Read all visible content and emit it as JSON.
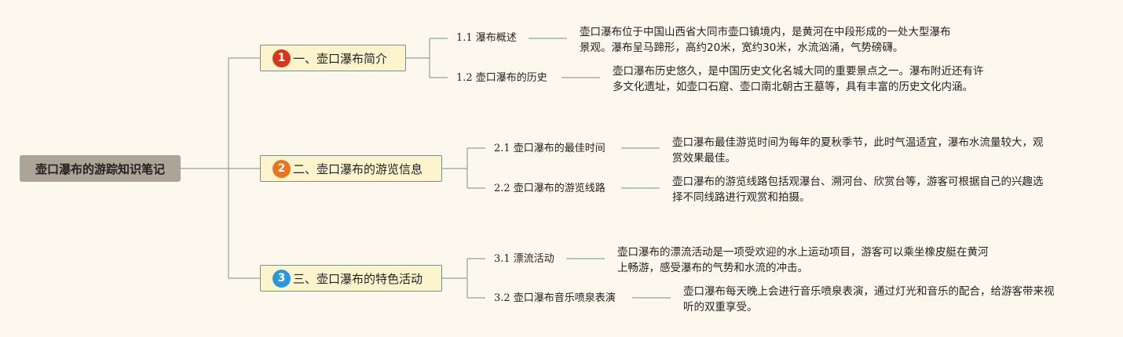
{
  "root": {
    "label": "壶口瀑布的游踪知识笔记"
  },
  "colors": {
    "connector": "#8aa69f",
    "root_bg": "#aca497",
    "branch_bg": "#fcf4cd"
  },
  "branches": [
    {
      "number": "1",
      "badge_color": "#d8361d",
      "label": "一、壶口瀑布简介",
      "children": [
        {
          "label": "1.1 瀑布概述",
          "desc": [
            "壶口瀑布位于中国山西省大同市壶口镇境内，是黄河在中段形成的一处大型瀑布",
            "景观。瀑布呈马蹄形，高约20米，宽约30米，水流汹涌，气势磅礴。"
          ]
        },
        {
          "label": "1.2 壶口瀑布的历史",
          "desc": [
            "壶口瀑布历史悠久，是中国历史文化名城大同的重要景点之一。瀑布附近还有许",
            "多文化遗址，如壶口石窟、壶口南北朝古王墓等，具有丰富的历史文化内涵。"
          ]
        }
      ]
    },
    {
      "number": "2",
      "badge_color": "#e8741f",
      "label": "二、壶口瀑布的游览信息",
      "children": [
        {
          "label": "2.1 壶口瀑布的最佳时间",
          "desc": [
            "壶口瀑布最佳游览时间为每年的夏秋季节，此时气温适宜，瀑布水流量较大，观",
            "赏效果最佳。"
          ]
        },
        {
          "label": "2.2 壶口瀑布的游览线路",
          "desc": [
            "壶口瀑布的游览线路包括观瀑台、溯河台、欣赏台等，游客可根据自己的兴趣选",
            "择不同线路进行观赏和拍摄。"
          ]
        }
      ]
    },
    {
      "number": "3",
      "badge_color": "#2c97dc",
      "label": "三、壶口瀑布的特色活动",
      "children": [
        {
          "label": "3.1 漂流活动",
          "desc": [
            "壶口瀑布的漂流活动是一项受欢迎的水上运动项目，游客可以乘坐橡皮艇在黄河",
            "上畅游，感受瀑布的气势和水流的冲击。"
          ]
        },
        {
          "label": "3.2 壶口瀑布音乐喷泉表演",
          "desc": [
            "壶口瀑布每天晚上会进行音乐喷泉表演，通过灯光和音乐的配合，给游客带来视",
            "听的双重享受。"
          ]
        }
      ]
    }
  ]
}
